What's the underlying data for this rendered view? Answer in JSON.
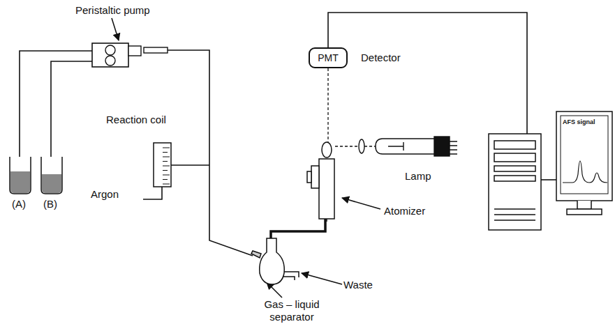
{
  "diagram": {
    "nodes": [
      {
        "text": [
          "PMT"
        ]
      }
    ],
    "labels": [
      "Peristaltic pump",
      "Reaction coil",
      "(A)",
      "(B)",
      "Argon",
      "Gas – liquid separator",
      "Waste",
      "Atomizer",
      "Lamp",
      "Detector",
      "AFS signal"
    ]
  }
}
